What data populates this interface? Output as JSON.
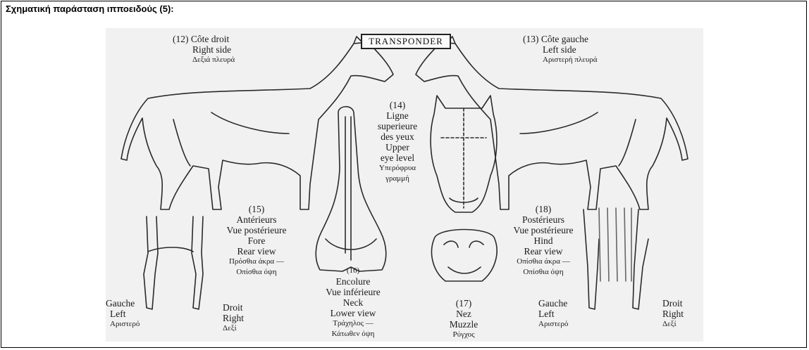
{
  "heading": "Σχηματική παράσταση ιπποειδούς (5):",
  "transponder": "TRANSPONDER",
  "right_side": [
    "(12) Côte droit",
    "Right side",
    "Δεξιά πλευρά"
  ],
  "left_side": [
    "(13) Côte gauche",
    "Left side",
    "Αριστερή πλευρά"
  ],
  "eye_level": [
    "(14)",
    "Ligne",
    "superieure",
    "des yeux",
    "Upper",
    "eye level",
    "Υπερόφρυα",
    "γραμμή"
  ],
  "fore": [
    "(15)",
    "Antérieurs",
    "Vue postérieure",
    "Fore",
    "Rear view",
    "Πρόσθια άκρα —",
    "Οπίσθια όψη"
  ],
  "hind": [
    "(18)",
    "Postérieurs",
    "Vue postérieure",
    "Hind",
    "Rear view",
    "Οπίσθια άκρα —",
    "Οπίσθια όψη"
  ],
  "neck": [
    "(16)",
    "Encolure",
    "Vue inférieure",
    "Neck",
    "Lower view",
    "Τράχηλος —",
    "Κάτωθεν όψη"
  ],
  "muzzle": [
    "(17)",
    "Nez",
    "Muzzle",
    "Ρύγχος"
  ],
  "fore_left": [
    "Gauche",
    "Left",
    "Αριστερό"
  ],
  "fore_right": [
    "Droit",
    "Right",
    "Δεξί"
  ],
  "hind_left": [
    "Gauche",
    "Left",
    "Αριστερό"
  ],
  "hind_right": [
    "Droit",
    "Right",
    "Δεξί"
  ]
}
